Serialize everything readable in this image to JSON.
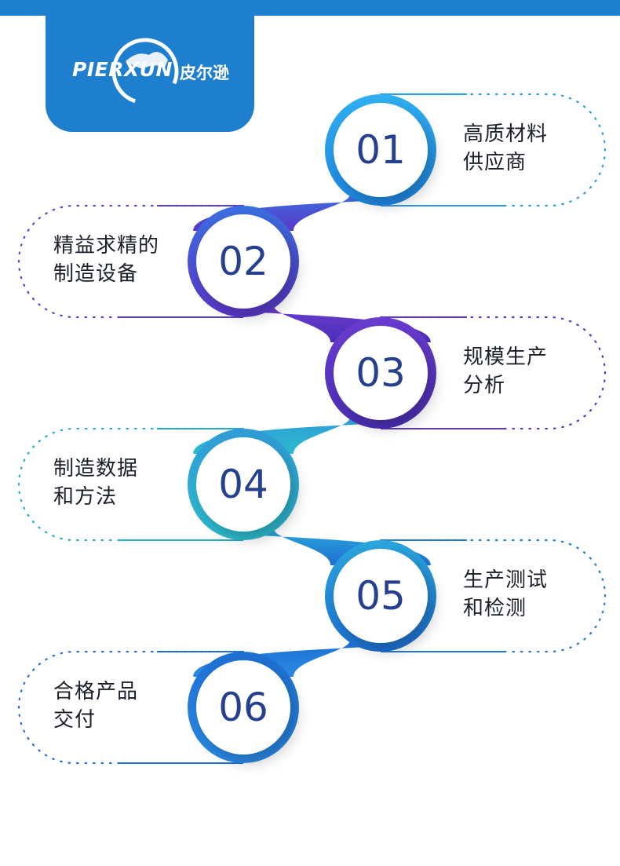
{
  "brand": {
    "logo_text": "PIERXUN",
    "logo_cn": "皮尔逊",
    "color": "#1e7fcf"
  },
  "steps": [
    {
      "number": "01",
      "line1": "高质材料",
      "line2": "供应商",
      "side": "right",
      "color": "#2a9be6"
    },
    {
      "number": "02",
      "line1": "精益求精的",
      "line2": "制造设备",
      "side": "left",
      "color": "#5a3fd0"
    },
    {
      "number": "03",
      "line1": "规模生产",
      "line2": "分析",
      "side": "right",
      "color": "#5b34c8"
    },
    {
      "number": "04",
      "line1": "制造数据",
      "line2": "和方法",
      "side": "left",
      "color": "#27a9c9"
    },
    {
      "number": "05",
      "line1": "生产测试",
      "line2": "和检测",
      "side": "right",
      "color": "#1f7bd6"
    },
    {
      "number": "06",
      "line1": "合格产品",
      "line2": "交付",
      "side": "left",
      "color": "#1f6fd8"
    }
  ]
}
